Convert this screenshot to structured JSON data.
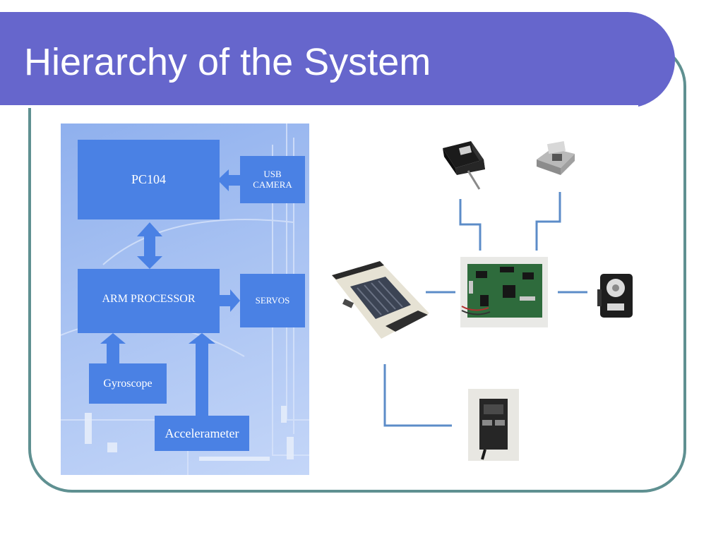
{
  "slide": {
    "title": "Hierarchy of the System"
  },
  "block_diagram": {
    "pc104": "PC104",
    "usb_camera_line1": "USB",
    "usb_camera_line2": "CAMERA",
    "arm_processor": "ARM PROCESSOR",
    "servos": "SERVOS",
    "gyroscope": "Gyroscope",
    "accelerometer": "Accelerameter"
  },
  "colors": {
    "title_bar": "#6666cc",
    "frame_border": "#5f9091",
    "block_fill": "#4a81e4",
    "connector_line": "#5c8cc8"
  },
  "icons": [
    "inclinometer-sensor-icon",
    "gyro-sensor-icon",
    "pc104-board-icon",
    "controller-board-icon",
    "servo-motor-icon",
    "accelerometer-module-icon"
  ]
}
